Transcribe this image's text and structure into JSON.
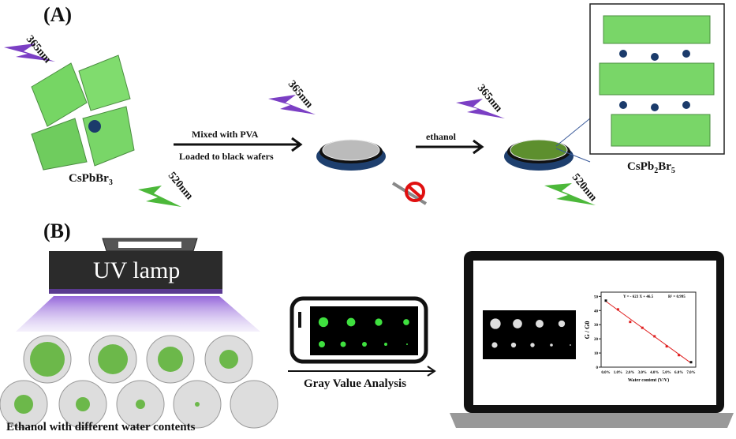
{
  "panel_a": {
    "label": "(A)",
    "uv_label": "365nm",
    "green_label": "520nm",
    "start_material": "CsPbBr",
    "start_sub": "3",
    "step1_line1": "Mixed with PVA",
    "step1_line2": "Loaded to black wafers",
    "step2": "ethanol",
    "product_pre": "CsPb",
    "product_sub1": "2",
    "product_mid": "Br",
    "product_sub2": "5"
  },
  "panel_b": {
    "label": "(B)",
    "lamp_label": "UV lamp",
    "samples_caption": "Ethanol with different water contents",
    "analysis_label": "Gray Value Analysis"
  },
  "colors": {
    "uv": "#7b3fc4",
    "green": "#4cb83a",
    "crystal": "#5fd04a",
    "line": "#e02020",
    "points": "#2a2aa0"
  },
  "chart_data": {
    "type": "scatter",
    "xlabel": "Water content (V/V)",
    "ylabel": "G / G0",
    "ylabel_main": "G / G",
    "ylabel_sub": "0",
    "categories": [
      "0.0%",
      "1.0%",
      "2.0%",
      "3.0%",
      "4.0%",
      "5.0%",
      "6.0%",
      "7.0%"
    ],
    "x": [
      0,
      1,
      2,
      3,
      4,
      5,
      6,
      7
    ],
    "values": [
      47,
      40.8,
      32,
      27.8,
      21.8,
      14.7,
      8.5,
      3.5
    ],
    "yticks": [
      0,
      10,
      20,
      30,
      40,
      50
    ],
    "ylim": [
      0,
      53
    ],
    "fit_equation": "Y = - 623 X + 46.5",
    "r2_label": "R",
    "r2_value": " = 0.995",
    "fit": {
      "slope_per_percent": -6.23,
      "intercept": 46.5
    }
  }
}
